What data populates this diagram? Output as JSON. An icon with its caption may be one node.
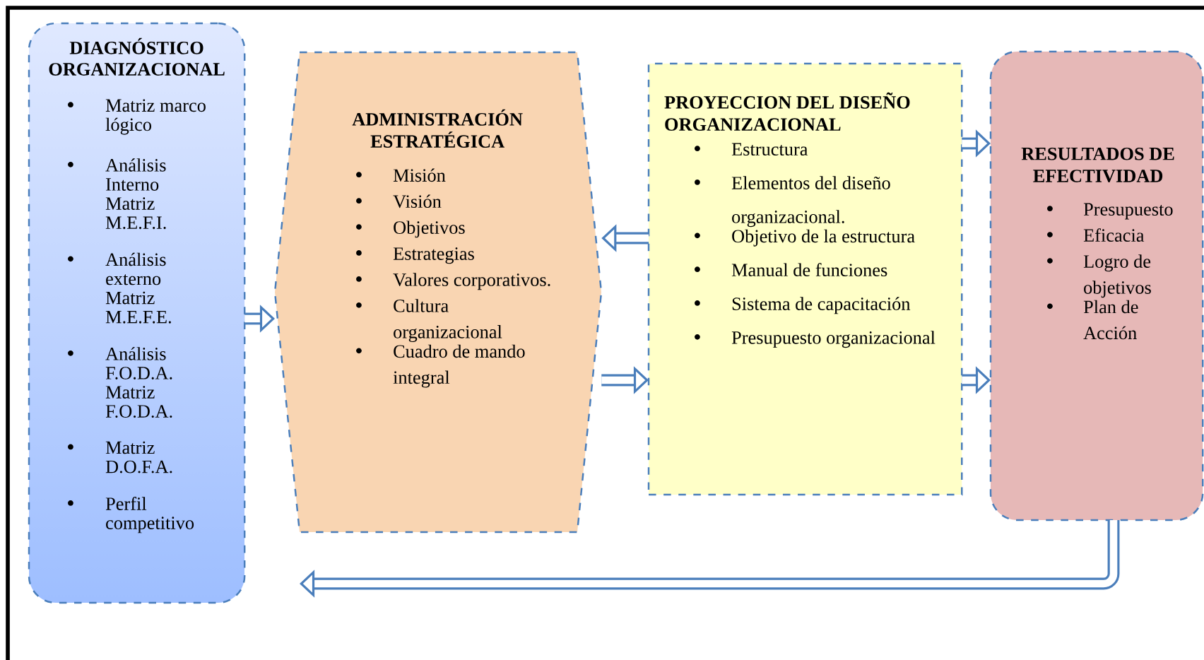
{
  "diagram": {
    "nodes": [
      {
        "text": [
          "DIAGNÓSTICO ORGANIZACIONAL",
          "Matriz marco lógico",
          "Análisis Interno Matriz M.E.F.I.",
          "Análisis externo Matriz M.E.F.E.",
          "Análisis F.O.D.A. Matriz F.O.D.A.",
          "Matriz D.O.F.A.",
          "Perfil competitivo"
        ]
      },
      {
        "text": [
          "ADMINISTRACIÓN ESTRATÉGICA",
          "Misión",
          "Visión",
          "Objetivos",
          "Estrategias",
          "Valores corporativos.",
          "Cultura organizacional",
          "Cuadro de mando integral"
        ]
      },
      {
        "text": [
          "PROYECCION DEL DISEÑO ORGANIZACIONAL",
          "Estructura",
          "Elementos del diseño organizacional.",
          "Objetivo de la estructura",
          "Manual de funciones",
          "Sistema de capacitación",
          "Presupuesto organizacional"
        ]
      },
      {
        "text": [
          "RESULTADOS DE EFECTIVIDAD",
          "Presupuesto",
          "Eficacia",
          "Logro de objetivos",
          "Plan de Acción"
        ]
      }
    ],
    "edges": [
      {
        "from": 0,
        "to": 1,
        "arrow": "to"
      },
      {
        "from": 2,
        "to": 1,
        "arrow": "to"
      },
      {
        "from": 1,
        "to": 2,
        "arrow": "to"
      },
      {
        "from": 2,
        "to": 3,
        "arrow": "to"
      },
      {
        "from": 2,
        "to": 3,
        "arrow": "to"
      },
      {
        "from": 3,
        "to": null,
        "arrow": "to"
      }
    ]
  }
}
